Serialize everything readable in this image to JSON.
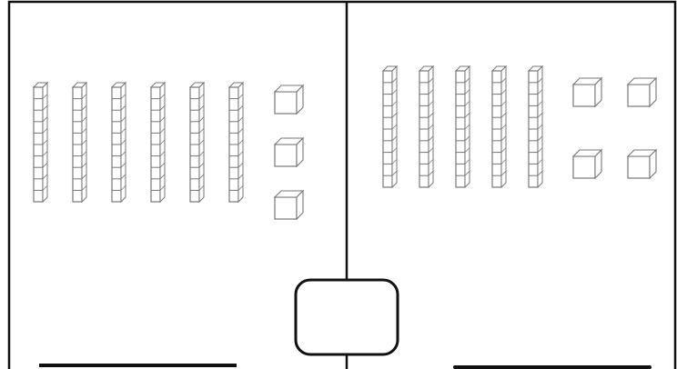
{
  "worksheet": {
    "left_panel": {
      "tens_rods": 6,
      "ones_cubes": 3
    },
    "right_panel": {
      "tens_rods": 5,
      "ones_cubes": 4
    },
    "compare_box": {
      "value": ""
    },
    "answer_lines": [
      {
        "value": ""
      },
      {
        "value": ""
      }
    ]
  },
  "colors": {
    "line": "#111111",
    "block": "#777777",
    "background": "#ffffff"
  }
}
